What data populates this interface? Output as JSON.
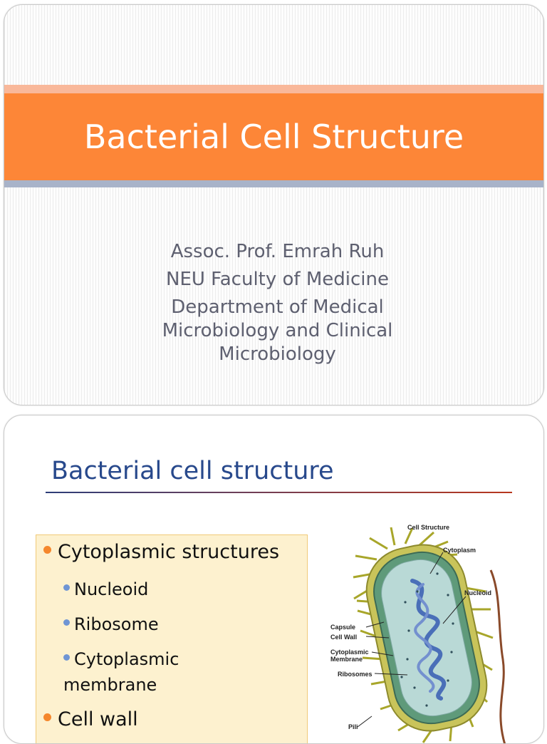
{
  "slide1": {
    "title": "Bacterial Cell Structure",
    "author": "Assoc. Prof. Emrah Ruh",
    "institution": "NEU Faculty of Medicine",
    "department": "Department of Medical Microbiology and Clinical Microbiology",
    "colors": {
      "title_band": "#fd8637",
      "title_text": "#ffffff",
      "subtitle_text": "#5e6070"
    }
  },
  "slide2": {
    "title": "Bacterial cell structure",
    "bullets": [
      {
        "label": "Cytoplasmic structures",
        "children": [
          "Nucleoid",
          "Ribosome",
          "Cytoplasmic membrane"
        ]
      },
      {
        "label": "Cell wall",
        "children": []
      }
    ],
    "diagram": {
      "title": "Cell Structure",
      "labels": [
        "Cytoplasm",
        "Nucleoid",
        "Capsule",
        "Cell Wall",
        "Cytoplasmic Membrane",
        "Ribosomes",
        "Pili"
      ]
    },
    "colors": {
      "title_text": "#28498c",
      "box_fill": "#fdf1cf",
      "bullet_lvl1": "#f5872c",
      "bullet_lvl2": "#6f95d4"
    }
  }
}
